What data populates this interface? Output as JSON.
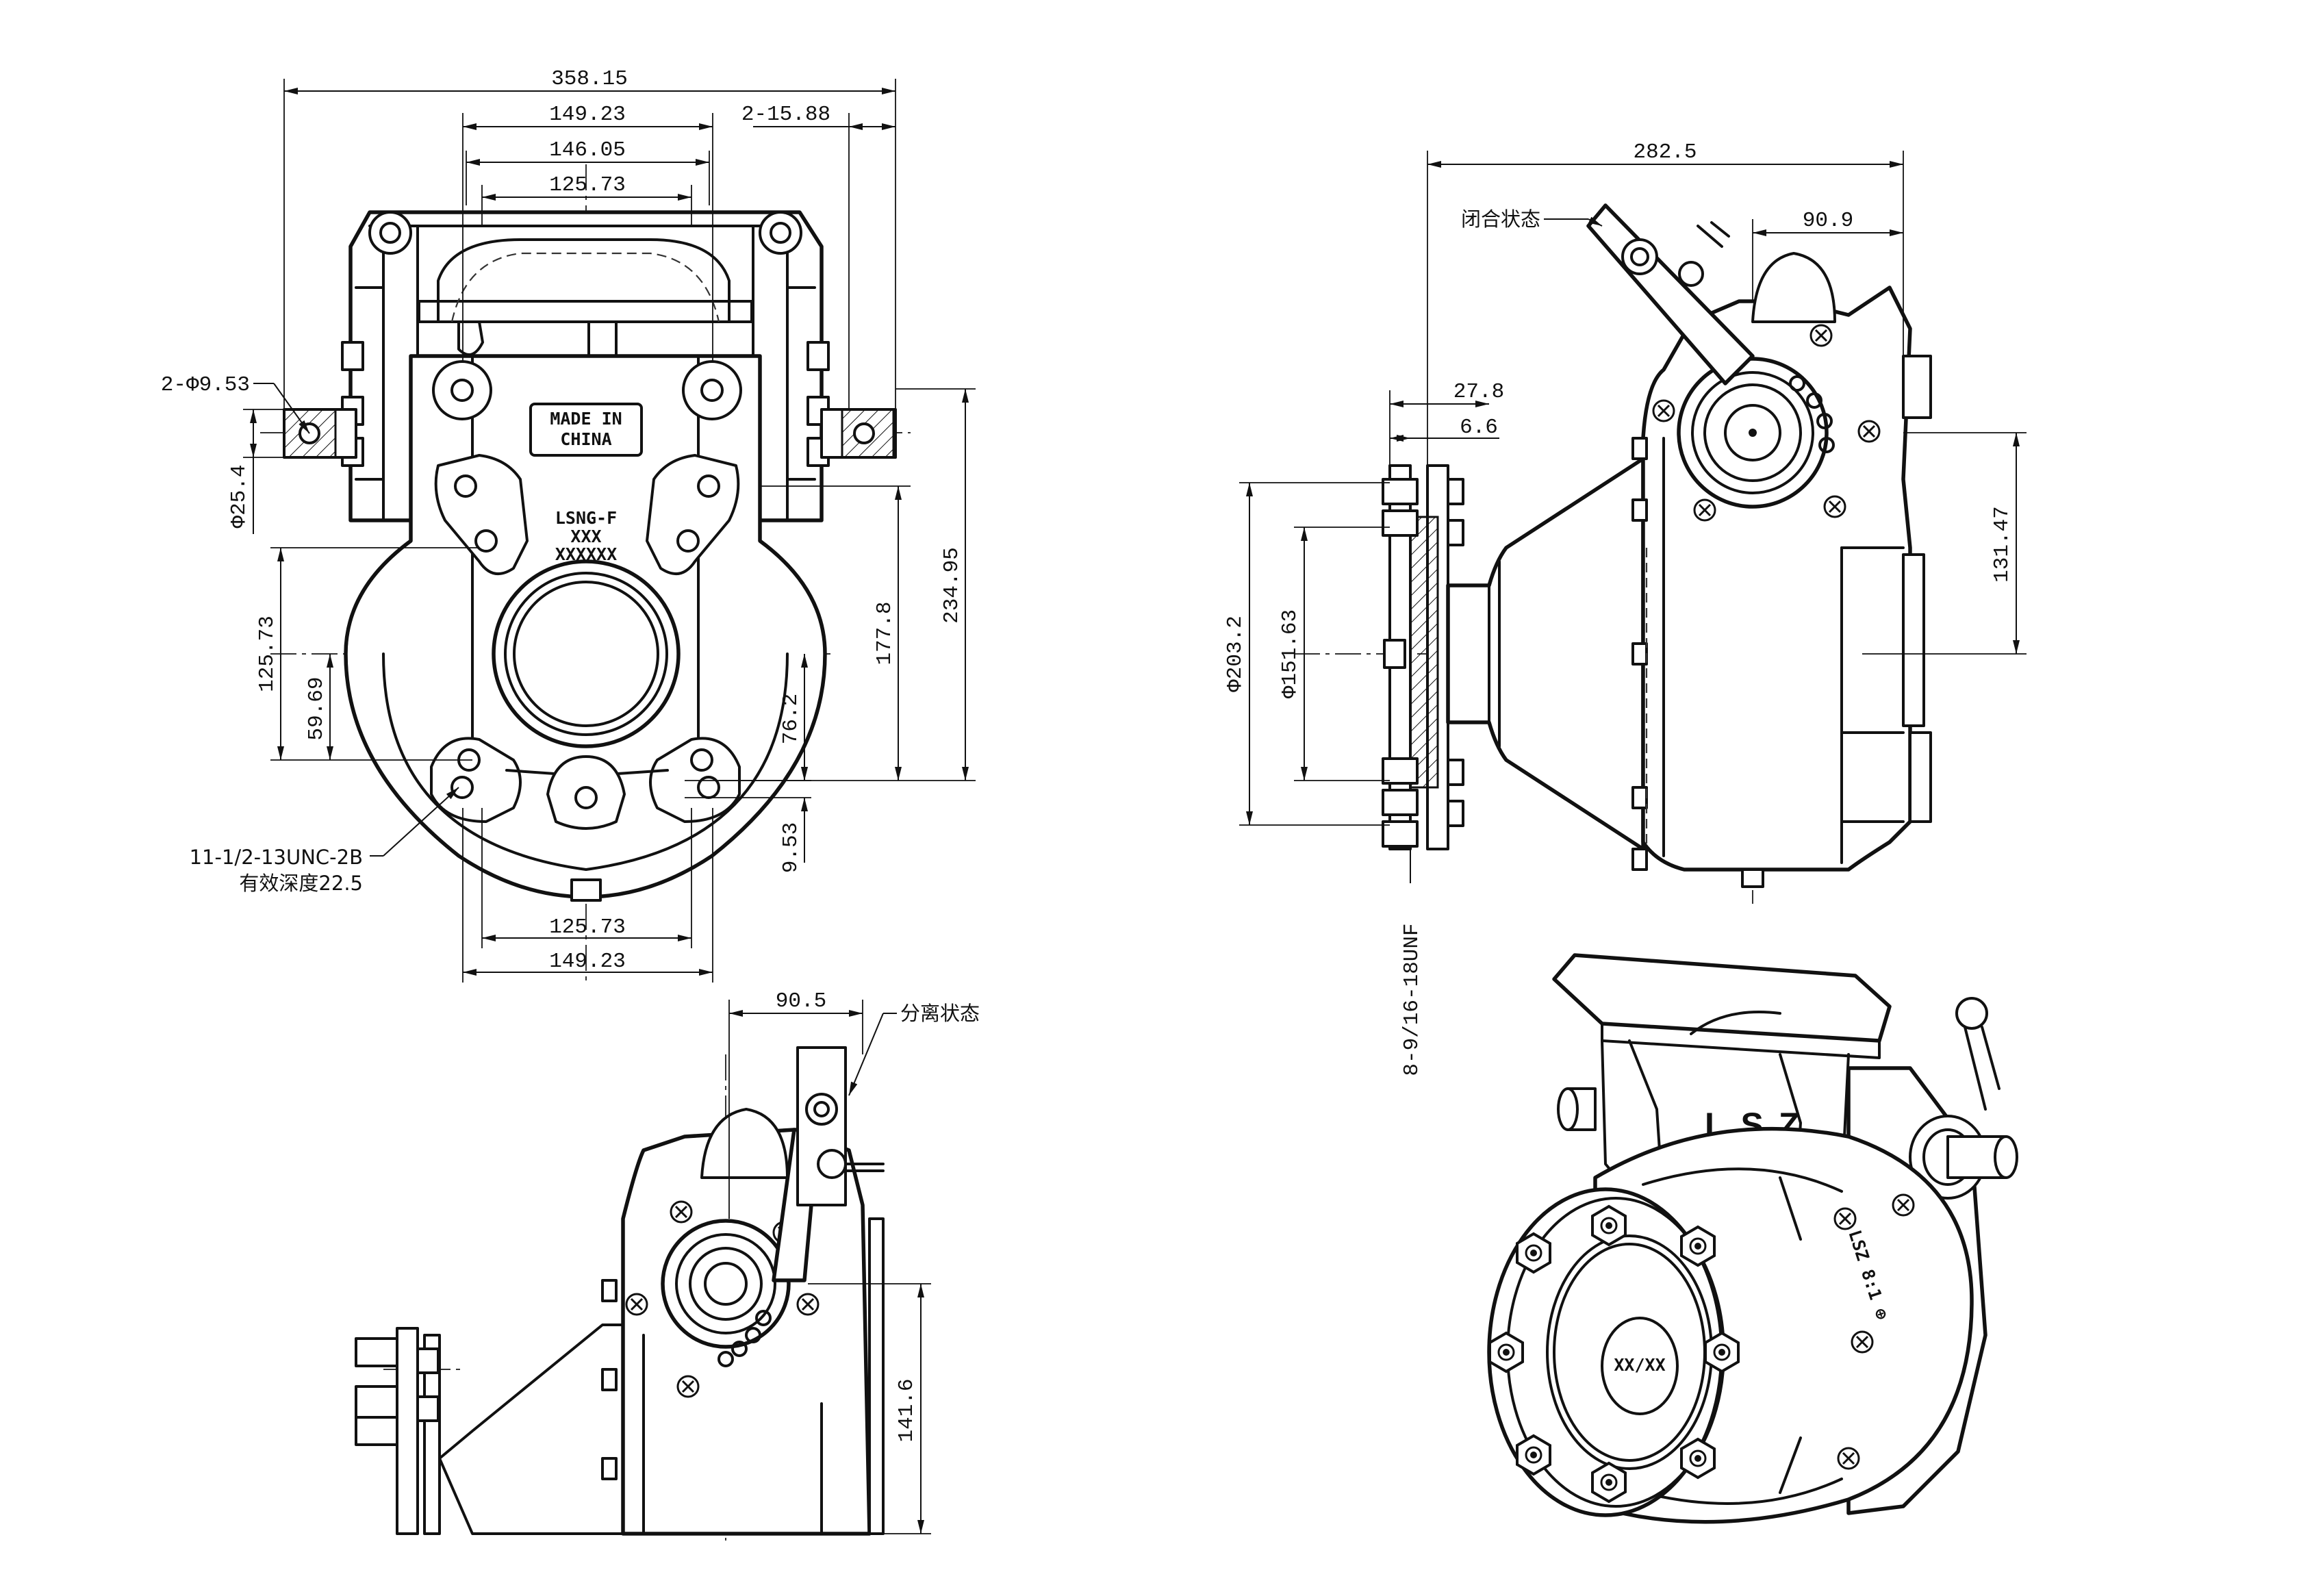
{
  "front_view": {
    "dimensions": {
      "overall_width": "358.15",
      "bolt_spacing_outer": "149.23",
      "bolt_spacing_mid": "146.05",
      "bolt_spacing_inner": "125.73",
      "pin_holes": "2-15.88",
      "shaft_holes": "2-Φ9.53",
      "shaft_diameter": "Φ25.4",
      "left_height": "125.73",
      "left_center": "59.69",
      "right_center": "76.2",
      "right_height_mid": "177.8",
      "right_height_total": "234.95",
      "bottom_offset": "9.53",
      "bottom_bolt_inner": "125.73",
      "bottom_bolt_outer": "149.23"
    },
    "thread_note": [
      "11-1/2-13UNC-2B",
      "有效深度22.5"
    ],
    "nameplate": [
      "MADE IN",
      "CHINA"
    ],
    "model_marking": [
      "LSNG-F",
      "XXX",
      "XXXXXX"
    ]
  },
  "side_view": {
    "dimensions": {
      "overall_length": "282.5",
      "lever_offset": "90.9",
      "flange_offset": "27.8",
      "flange_thickness": "6.6",
      "flange_diameter": "Φ203.2",
      "bolt_circle": "Φ151.63",
      "shaft_height": "131.47",
      "flange_thread": "8-9/16-18UNF"
    },
    "state_label": "闭合状态"
  },
  "detail_view": {
    "dimensions": {
      "lever_offset": "90.5",
      "height": "141.6"
    },
    "state_label": "分离状态"
  },
  "iso_view": {
    "logo": "LSZ",
    "cap_marking": "XX/XX",
    "side_marking": "LSZ 8:1 ⊕"
  }
}
